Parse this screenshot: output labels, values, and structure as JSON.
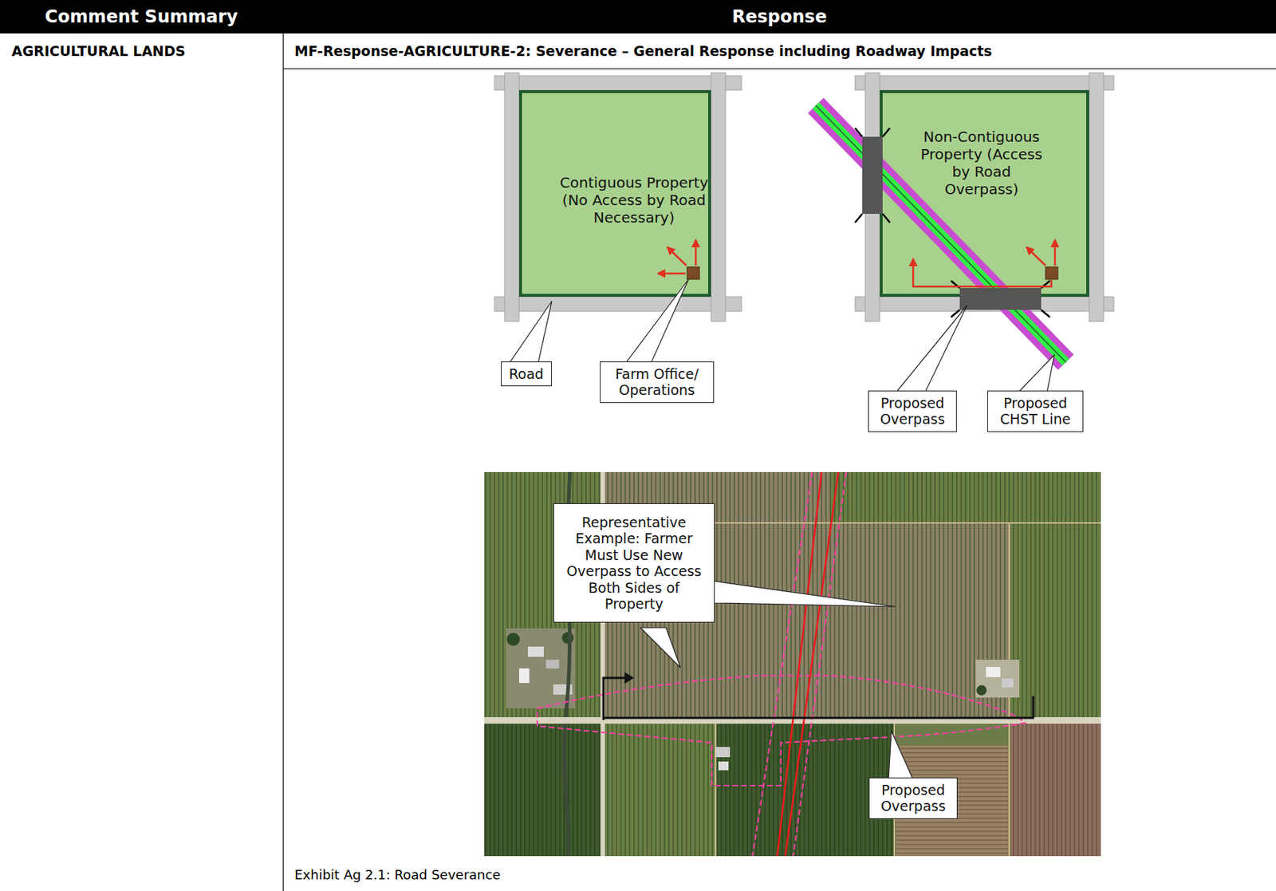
{
  "diagram": {
    "caption": "Exhibit Ag 2.1: Road Severance",
    "nodes": [
      {
        "text": [
          "Contiguous Property (No Access by Road Necessary)"
        ]
      },
      {
        "text": [
          "Non-Contiguous Property (Access by Road Overpass)"
        ]
      },
      {
        "text": [
          "Road"
        ]
      },
      {
        "text": [
          "Farm Office/ Operations"
        ]
      },
      {
        "text": [
          "Proposed Overpass"
        ]
      },
      {
        "text": [
          "Proposed CHST Line"
        ]
      },
      {
        "text": [
          "Representative Example: Farmer Must Use New Overpass to Access Both Sides of Property"
        ]
      },
      {
        "text": [
          "Proposed Overpass"
        ]
      }
    ],
    "labels": [
      "Comment Summary",
      "Response",
      "AGRICULTURAL LANDS",
      "MF-Response-AGRICULTURE-2: Severance – General Response including Roadway Impacts"
    ]
  }
}
